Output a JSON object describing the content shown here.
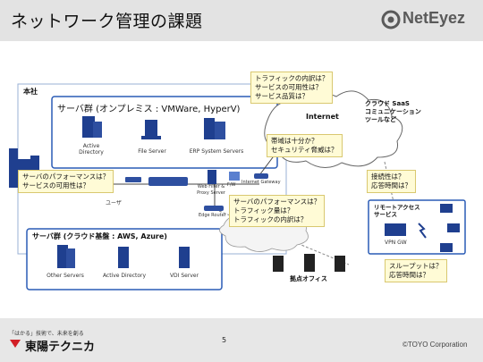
{
  "slide": {
    "title": "ネットワーク管理の課題",
    "logo_text": "NetEyez",
    "page_number": "5",
    "corp_text": "©TOYO Corporation",
    "slogan": "「はかる」技術で、未来を創る",
    "company": "東陽テクニカ"
  },
  "diagram": {
    "hq_label": "本社",
    "onprem_title": "サーバ群 (オンプレミス : VMWare, HyperV)",
    "onprem_items": [
      "Active Directory",
      "File Server",
      "ERP System Servers"
    ],
    "cloud_group_title": "サーバ群 (クラウド基盤 : AWS, Azure)",
    "cloud_items": [
      "Other Servers",
      "Active Directory",
      "VDI Server"
    ],
    "internet_label": "Internet",
    "saas_label": "クラウド SaaS\nコミュニケーション\nツールなど",
    "user_label": "ユーザ",
    "webfilter_label": "Web Filter &\nProxy Server",
    "fw_label": "F/W",
    "gateway_label": "Internet Gateway",
    "edge_label": "Edge Router",
    "remote_label": "リモートアクセス\nサービス",
    "vpn_label": "VPN GW",
    "branch_label": "拠点オフィス"
  },
  "callouts": {
    "traffic": "トラフィックの内訳は？\nサービスの可用性は？\nサービス品質は？",
    "bandwidth": "帯域は十分か？\nセキュリティ脅威は？",
    "server_perf": "サーバのパフォーマンスは？\nサービスの可用性は？",
    "cloud_perf": "サーバのパフォーマンスは？\nトラフィック量は？\nトラフィックの内訳は？",
    "connectivity": "接続性は？\n応答時間は？",
    "throughput": "スループットは？\n応答時間は？"
  },
  "colors": {
    "accent_blue": "#1f3f8f",
    "callout_fill": "#fffbd6",
    "box_border": "#2a5bb5"
  }
}
